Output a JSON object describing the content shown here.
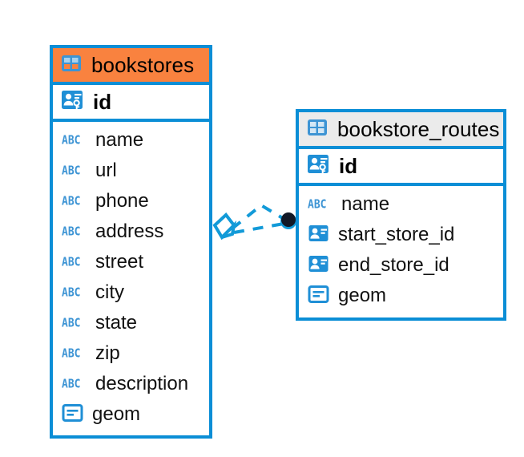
{
  "diagram": {
    "title": "bookstores-bookstore_routes-er-diagram",
    "background": "#ffffff",
    "accent_blue": "#0b8ed6",
    "header_orange": "#f9823f",
    "header_gray": "#ebebeb",
    "icon_blue": "#3d94d4",
    "relationship_line_color": "#129ad8"
  },
  "tables": [
    {
      "name": "bookstores",
      "header_label": "bookstores",
      "header_icon": "table-icon",
      "header_color": "#f9823f",
      "primary_key": {
        "label": "id",
        "icon": "primary-key-icon"
      },
      "fields": [
        {
          "label": "name",
          "icon": "abc-icon",
          "icon_text": "ABC"
        },
        {
          "label": "url",
          "icon": "abc-icon",
          "icon_text": "ABC"
        },
        {
          "label": "phone",
          "icon": "abc-icon",
          "icon_text": "ABC"
        },
        {
          "label": "address",
          "icon": "abc-icon",
          "icon_text": "ABC"
        },
        {
          "label": "street",
          "icon": "abc-icon",
          "icon_text": "ABC"
        },
        {
          "label": "city",
          "icon": "abc-icon",
          "icon_text": "ABC"
        },
        {
          "label": "state",
          "icon": "abc-icon",
          "icon_text": "ABC"
        },
        {
          "label": "zip",
          "icon": "abc-icon",
          "icon_text": "ABC"
        },
        {
          "label": "description",
          "icon": "abc-icon",
          "icon_text": "ABC"
        },
        {
          "label": "geom",
          "icon": "geometry-icon",
          "icon_text": ""
        }
      ]
    },
    {
      "name": "bookstore_routes",
      "header_label": "bookstore_routes",
      "header_icon": "table-icon",
      "header_color": "#ebebeb",
      "primary_key": {
        "label": "id",
        "icon": "primary-key-icon"
      },
      "fields": [
        {
          "label": "name",
          "icon": "abc-icon",
          "icon_text": "ABC"
        },
        {
          "label": "start_store_id",
          "icon": "foreign-key-icon",
          "icon_text": ""
        },
        {
          "label": "end_store_id",
          "icon": "foreign-key-icon",
          "icon_text": ""
        },
        {
          "label": "geom",
          "icon": "geometry-icon",
          "icon_text": ""
        }
      ]
    }
  ],
  "relationship": {
    "from_table": "bookstores",
    "to_table": "bookstore_routes",
    "from_marker": "diamond-marker",
    "to_marker": "filled-circle-marker",
    "line_style": "dashed",
    "branches": 2
  }
}
